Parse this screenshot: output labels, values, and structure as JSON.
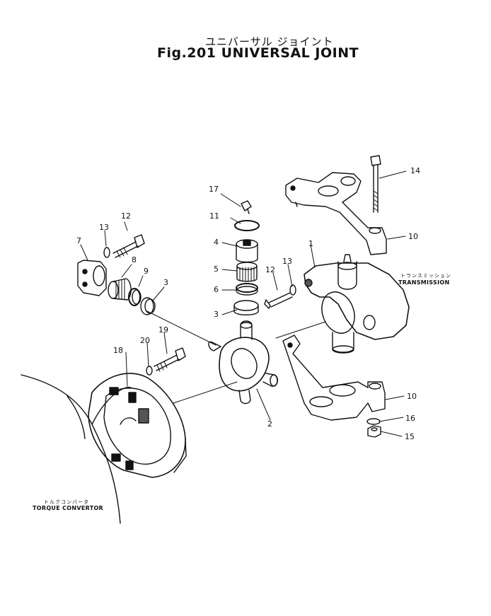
{
  "title": {
    "japanese": "ユニバーサル ジョイント",
    "english": "Fig.201 UNIVERSAL JOINT"
  },
  "labels": {
    "transmission_jp": "トランスミッション",
    "transmission": "TRANSMISSION",
    "torque_convertor_jp": "トルクコンバータ",
    "torque_convertor": "TORQUE CONVERTOR"
  },
  "part_numbers": {
    "p1": "1",
    "p2": "2",
    "p3a": "3",
    "p3b": "3",
    "p4": "4",
    "p5": "5",
    "p6": "6",
    "p7": "7",
    "p8": "8",
    "p9": "9",
    "p10a": "10",
    "p10b": "10",
    "p11": "11",
    "p12a": "12",
    "p12b": "12",
    "p13a": "13",
    "p13b": "13",
    "p14": "14",
    "p15": "15",
    "p16": "16",
    "p17": "17",
    "p18": "18",
    "p19": "19",
    "p20": "20"
  }
}
